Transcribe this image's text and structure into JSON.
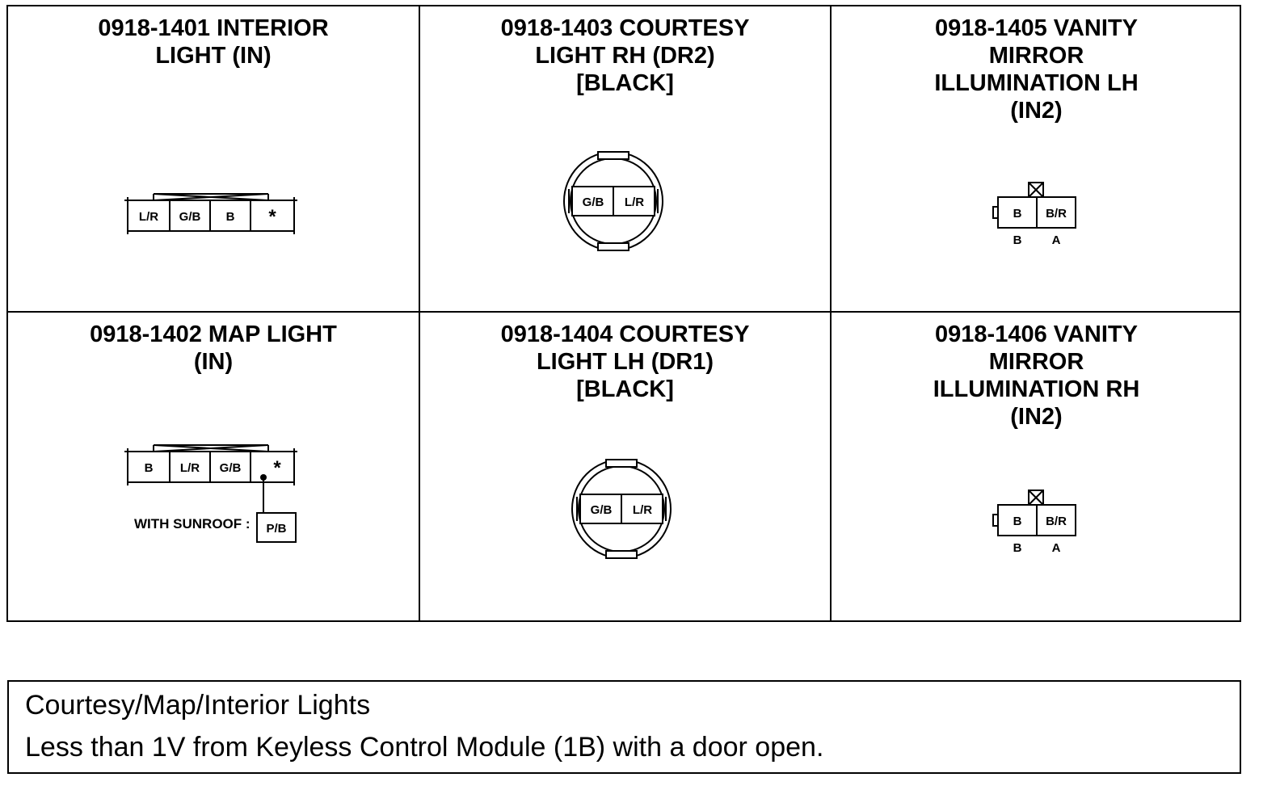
{
  "connectors": [
    {
      "id": "0918-1401",
      "title_lines": [
        "0918-1401 INTERIOR",
        "LIGHT (IN)"
      ],
      "pins": [
        "L/R",
        "G/B",
        "B",
        "*"
      ]
    },
    {
      "id": "0918-1403",
      "title_lines": [
        "0918-1403 COURTESY",
        "LIGHT RH (DR2)",
        "[BLACK]"
      ],
      "pins": [
        "G/B",
        "L/R"
      ]
    },
    {
      "id": "0918-1405",
      "title_lines": [
        "0918-1405 VANITY",
        "MIRROR",
        "ILLUMINATION LH",
        "(IN2)"
      ],
      "pins": [
        "B",
        "B/R"
      ],
      "pin_labels": [
        "B",
        "A"
      ]
    },
    {
      "id": "0918-1402",
      "title_lines": [
        "0918-1402 MAP LIGHT",
        "(IN)"
      ],
      "pins": [
        "B",
        "L/R",
        "G/B",
        "*"
      ],
      "option_label": "WITH SUNROOF :",
      "option_pin": "P/B"
    },
    {
      "id": "0918-1404",
      "title_lines": [
        "0918-1404 COURTESY",
        "LIGHT LH (DR1)",
        "[BLACK]"
      ],
      "pins": [
        "G/B",
        "L/R"
      ]
    },
    {
      "id": "0918-1406",
      "title_lines": [
        "0918-1406 VANITY",
        "MIRROR",
        "ILLUMINATION RH",
        "(IN2)"
      ],
      "pins": [
        "B",
        "B/R"
      ],
      "pin_labels": [
        "B",
        "A"
      ]
    }
  ],
  "note": {
    "line1": "Courtesy/Map/Interior Lights",
    "line2": "Less than 1V from Keyless Control Module (1B) with a door open."
  }
}
